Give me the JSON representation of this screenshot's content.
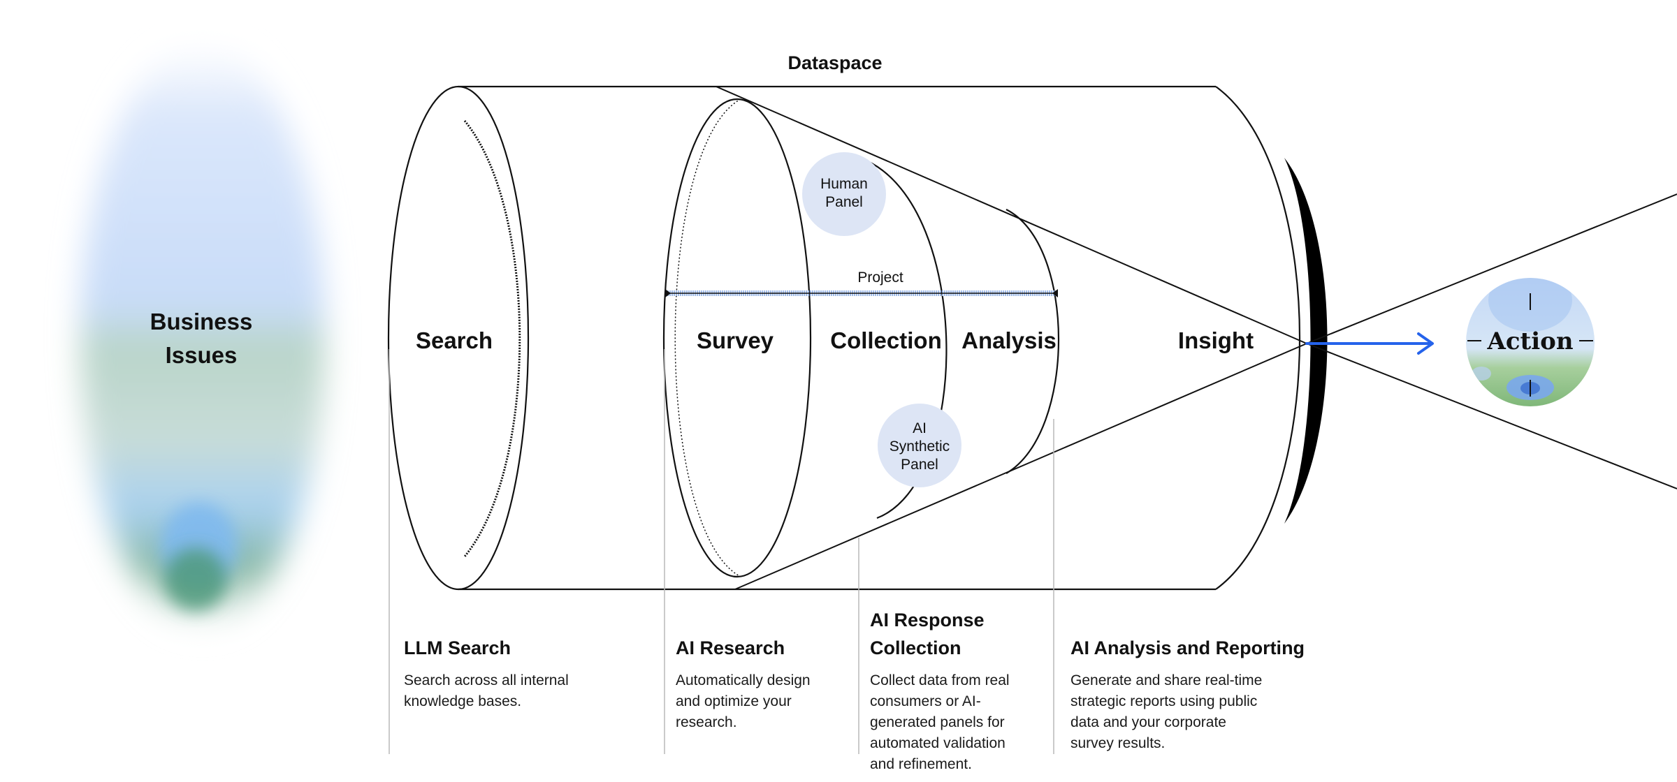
{
  "diagram": {
    "title": "Dataspace",
    "input": {
      "label_line1": "Business",
      "label_line2": "Issues"
    },
    "stages": [
      {
        "label": "Search"
      },
      {
        "label": "Survey"
      },
      {
        "label": "Collection"
      },
      {
        "label": "Analysis"
      },
      {
        "label": "Insight"
      }
    ],
    "project_label": "Project",
    "panels": {
      "human": {
        "line1": "Human",
        "line2": "Panel"
      },
      "ai": {
        "line1": "AI",
        "line2": "Synthetic",
        "line3": "Panel"
      }
    },
    "output": {
      "label": "Action"
    },
    "colors": {
      "arrow": "#2563eb",
      "panel_bubble": "#dde5f5",
      "outline": "#111111",
      "guide_line": "#b8b8b8"
    }
  },
  "descriptions": [
    {
      "title": "LLM Search",
      "text_lines": [
        "Search across all internal",
        "knowledge bases."
      ]
    },
    {
      "title": "AI Research",
      "text_lines": [
        "Automatically design",
        "and optimize your",
        "research."
      ]
    },
    {
      "title_lines": [
        "AI Response",
        "Collection"
      ],
      "text_lines": [
        "Collect data from real",
        "consumers or AI-",
        "generated panels for",
        "automated validation",
        "and refinement."
      ]
    },
    {
      "title": "AI Analysis and Reporting",
      "text_lines": [
        "Generate and share real-time",
        "strategic reports using public",
        "data and your corporate",
        "survey results."
      ]
    }
  ]
}
